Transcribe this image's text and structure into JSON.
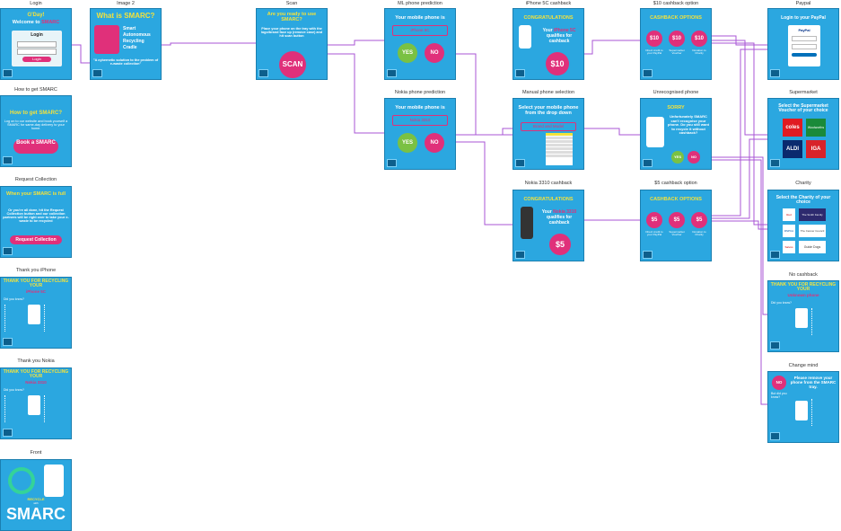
{
  "labels": {
    "login": "Login",
    "image2": "Image 2",
    "scan": "Scan",
    "ml_prediction": "ML phone prediction",
    "iphone_cashback": "iPhone 5C cashback",
    "ten_cashback_option": "$10 cashback option",
    "paypal": "Paypal",
    "how_to_get": "How to get SMARC",
    "nokia_prediction": "Nokia phone prediction",
    "manual_selection": "Manual phone selection",
    "unrecognised": "Unrecognised phone",
    "supermarket": "Supermarket",
    "request_collection": "Request Collection",
    "nokia_cashback": "Nokia 3310 cashback",
    "five_cashback_option": "$5 cashback option",
    "charity": "Charity",
    "thank_iphone": "Thank you iPhone",
    "no_cashback": "No cashback",
    "thank_nokia": "Thank you Nokia",
    "change_mind": "Change mind",
    "front": "Front"
  },
  "login": {
    "greeting": "G'Day!",
    "welcome": "Welcome to",
    "brand": "SMARC",
    "panel_title": "Login",
    "button": "Login"
  },
  "image2": {
    "title": "What is SMARC?",
    "acr1": "Smart",
    "acr2": "Autonomous",
    "acr3": "Recycling",
    "acr4": "Cradle",
    "quote": "\"A cybernetic solution to the problem of e-waste collection\""
  },
  "scan": {
    "title": "Are you ready to use SMARC?",
    "instructions": "Place your phone on the tray with the logo/brand face up (remove case) and hit scan button",
    "button": "SCAN"
  },
  "ml_prediction": {
    "title": "Your mobile phone is",
    "phone": "iPhone 5C",
    "yes": "YES",
    "no": "NO"
  },
  "nokia_prediction": {
    "title": "Your mobile phone is",
    "phone": "Nokia 3310",
    "yes": "YES",
    "no": "NO"
  },
  "iphone_cashback": {
    "heading": "CONGRATULATIONS",
    "line1": "Your",
    "phone": "iPhone 5C",
    "line2": "qualifies for cashback",
    "amount": "$10"
  },
  "nokia_cashback": {
    "heading": "CONGRATULATIONS",
    "line1": "Your",
    "phone": "Nokia 3310",
    "line2": "qualifies for cashback",
    "amount": "$5"
  },
  "manual_selection": {
    "title": "Select your mobile phone from the drop down",
    "dropdown": "Brand and Model"
  },
  "ten_option": {
    "heading": "CASHBACK OPTIONS",
    "amount": "$10",
    "opts": [
      "Direct credit to your PayPal",
      "Supermarket Voucher",
      "Donation to Charity"
    ]
  },
  "five_option": {
    "heading": "CASHBACK OPTIONS",
    "amount": "$5",
    "opts": [
      "Direct credit to your PayPal",
      "Supermarket Voucher",
      "Donation to Charity"
    ]
  },
  "unrecognised": {
    "heading": "SORRY",
    "body": "Unfortunately SMARC can't recognise your phone. Do you still want to recycle it without cashback?",
    "yes": "YES",
    "no": "NO"
  },
  "paypal": {
    "title": "Login to your PayPal",
    "brand": "PayPal"
  },
  "supermarket": {
    "title": "Select the Supermarket Voucher of your choice",
    "brands": [
      "coles",
      "Woolworths",
      "ALDI",
      "IGA"
    ]
  },
  "charity": {
    "title": "Select the Charity of your choice",
    "orgs": [
      "Red Cross",
      "The Smith Family",
      "RSPCA",
      "The Cancer Council",
      "Salvos",
      "Guide Dogs"
    ]
  },
  "how_to_get": {
    "title": "How to get SMARC?",
    "body": "Log on to our website and book yourself a SMARC for same-day delivery to your home.",
    "button": "Book a SMARC"
  },
  "request": {
    "title": "When your SMARC is full",
    "body": "Or you're all done, hit the Request Collection button and our collection partners will be right over to take your e-waste to be recycled",
    "button": "Request Collection"
  },
  "thank_iphone": {
    "title": "THANK YOU FOR RECYCLING YOUR",
    "phone": "iPhone 5C",
    "q": "Did you know?"
  },
  "thank_nokia": {
    "title": "THANK YOU FOR RECYCLING YOUR",
    "phone": "Nokia 3310",
    "q": "Did you know?"
  },
  "no_cashback": {
    "title": "THANK YOU FOR RECYCLING YOUR",
    "phone": "Unknown phone",
    "q": "Did you know?"
  },
  "change_mind": {
    "no": "NO",
    "title": "Please remove your phone from the SMARC tray.",
    "q": "But did you know?"
  },
  "front": {
    "recycle": "RECYCLE",
    "small": "with",
    "brand": "SMARC"
  },
  "colors": {
    "card": "#2ba7e0",
    "accent": "#e0307a",
    "title": "#f4e23b",
    "connector": "#a855d6"
  }
}
